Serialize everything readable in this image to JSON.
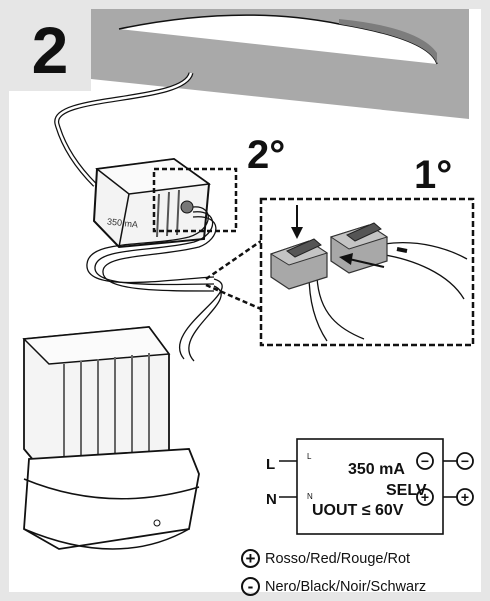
{
  "step": {
    "number": "2"
  },
  "tags": {
    "step_a": "2°",
    "step_b": "1°"
  },
  "driver": {
    "current_label": "350 mA"
  },
  "schematic": {
    "line_label": "L",
    "neutral_label": "N",
    "line_small": "L",
    "neutral_small": "N",
    "current": "350 mA",
    "selv": "SELV",
    "uout": "UOUT ≤ 60V",
    "minus_symbol": "−",
    "plus_symbol": "+"
  },
  "legend": {
    "plus": {
      "symbol": "+",
      "text": "Rosso/Red/Rouge/Rot"
    },
    "minus": {
      "symbol": "-",
      "text": "Nero/Black/Noir/Schwarz"
    }
  },
  "colors": {
    "background": "#e6e6e6",
    "ink": "#111111",
    "connector": "#a8a8a8"
  }
}
